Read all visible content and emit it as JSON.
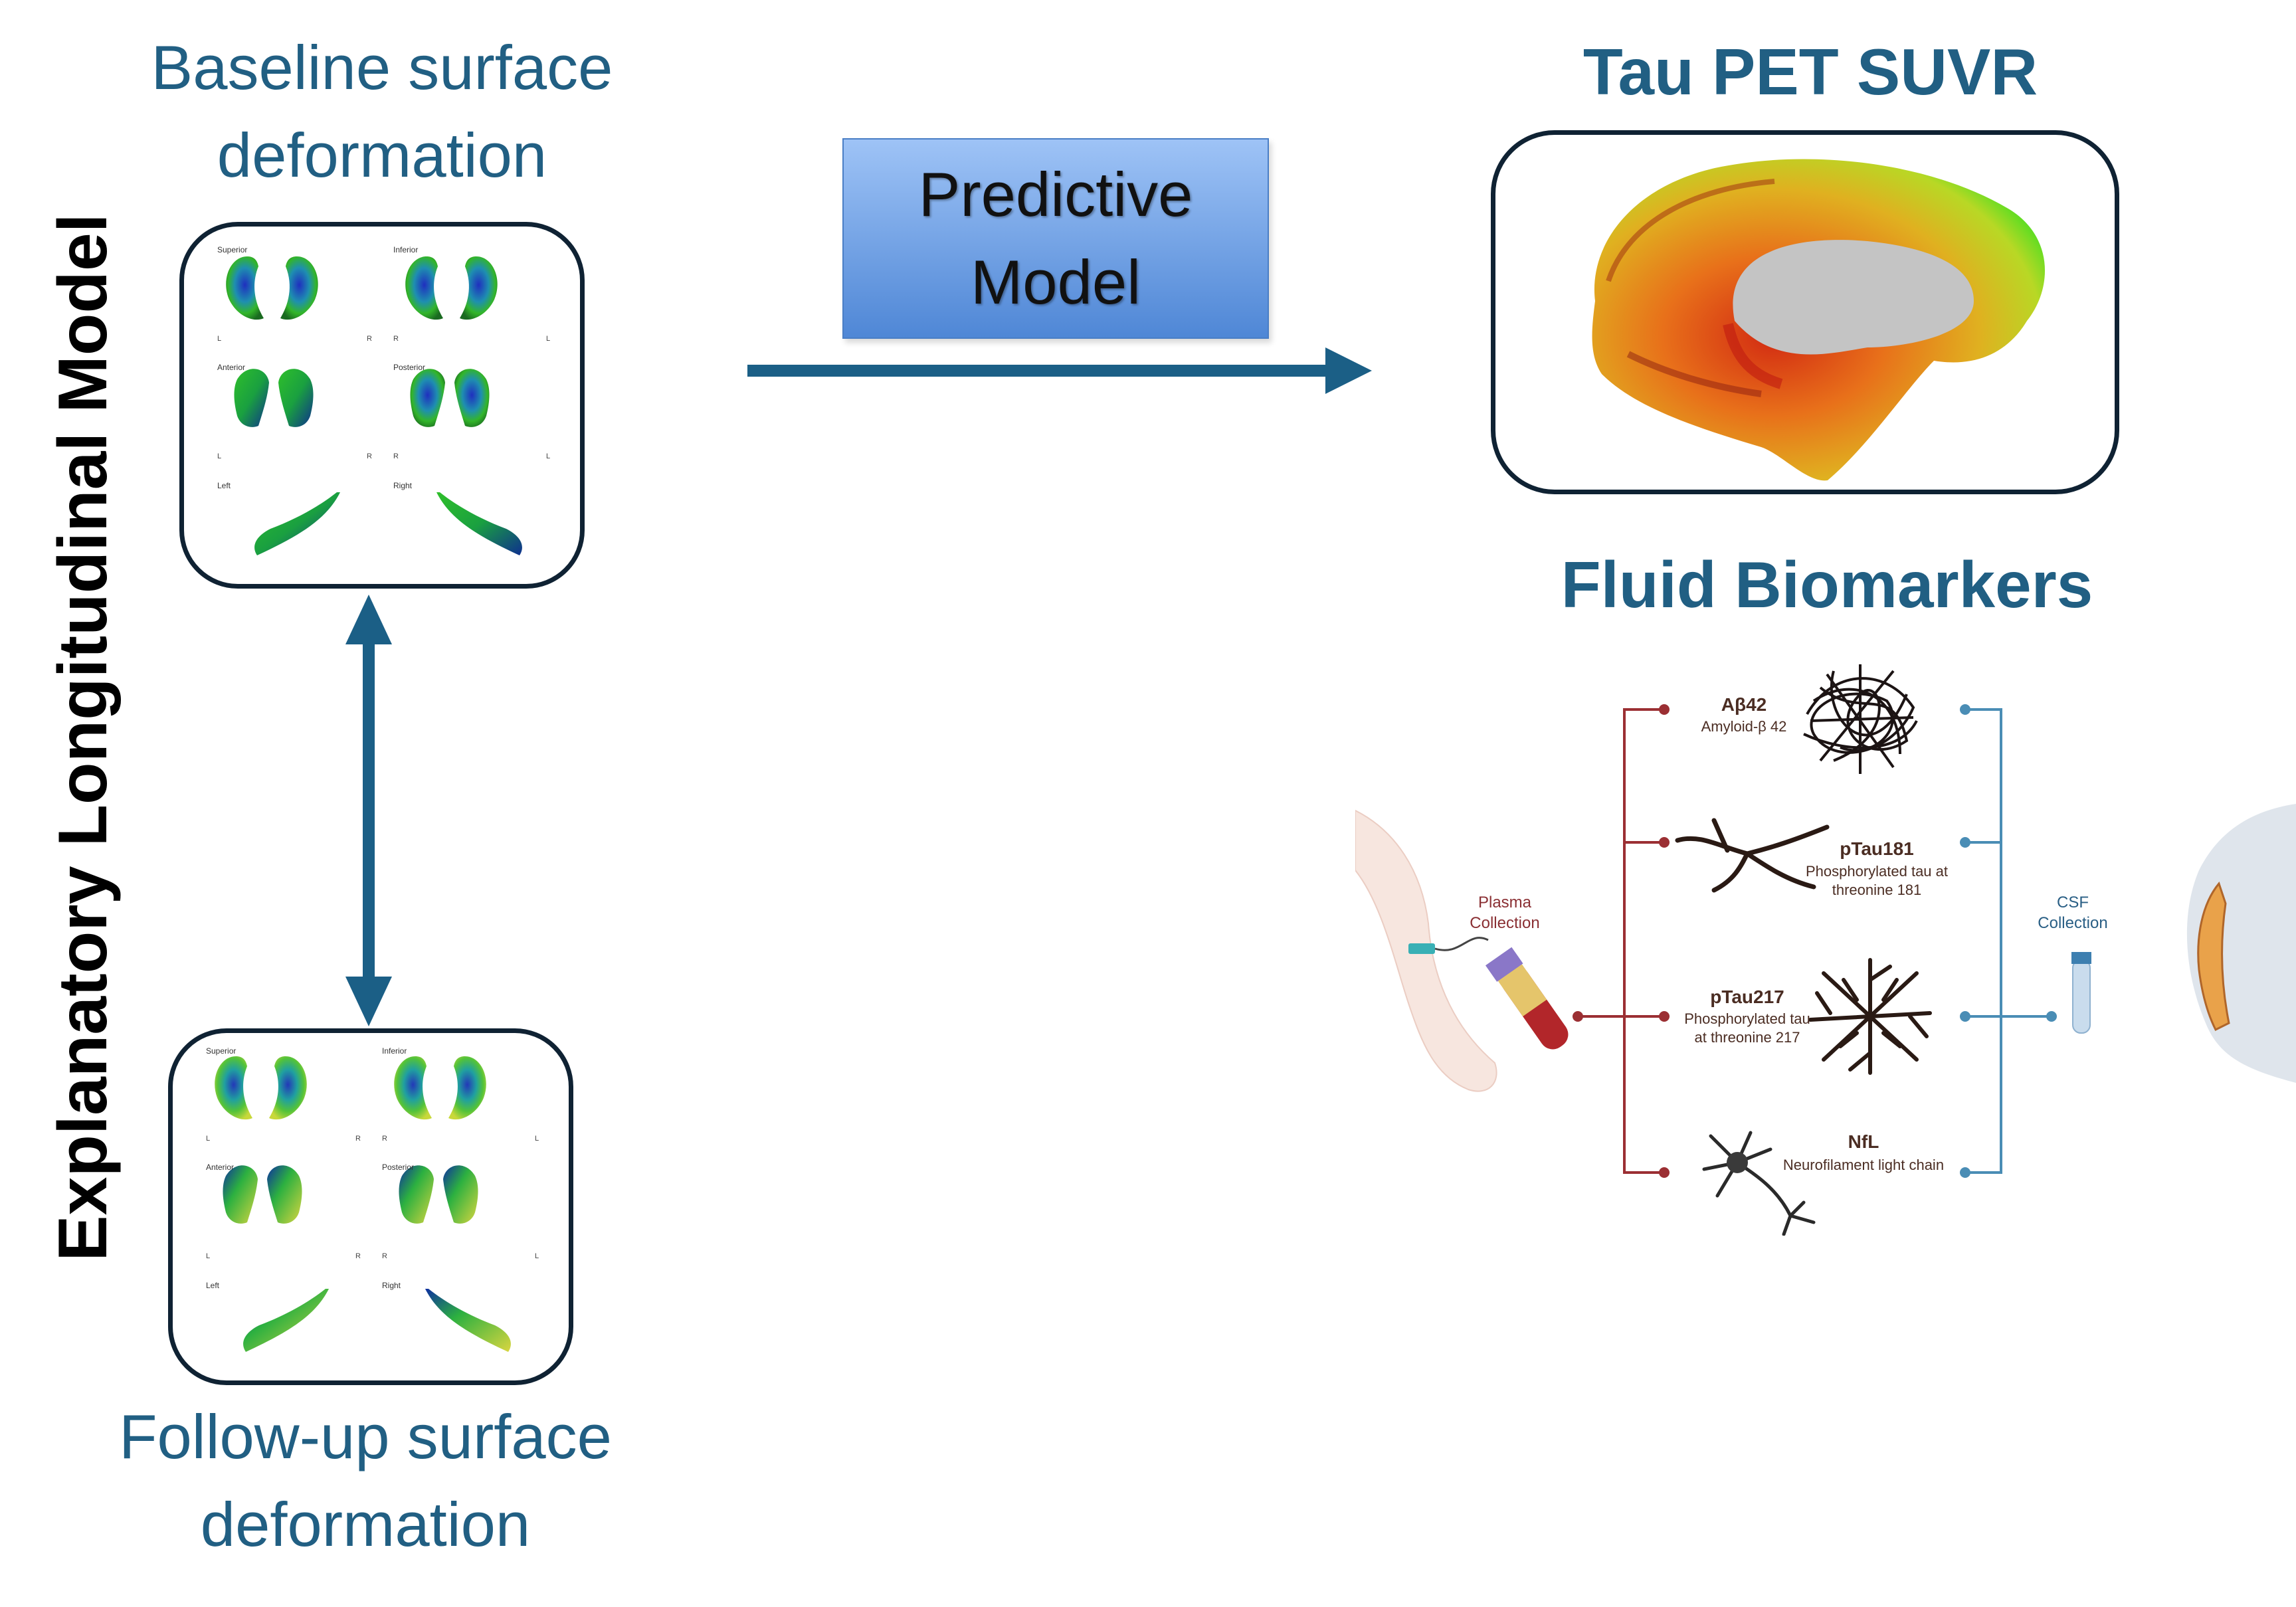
{
  "side_title": "Explanatory Longitudinal Model",
  "baseline": {
    "line1": "Baseline surface",
    "line2": "deformation"
  },
  "followup": {
    "line1": "Follow-up surface",
    "line2": "deformation"
  },
  "views": {
    "superior": "Superior",
    "inferior": "Inferior",
    "anterior": "Anterior",
    "posterior": "Posterior",
    "left": "Left",
    "right": "Right",
    "L": "L",
    "R": "R"
  },
  "model": {
    "line1": "Predictive",
    "line2": "Model"
  },
  "tau": {
    "title": "Tau PET SUVR"
  },
  "fluid": {
    "title": "Fluid Biomarkers"
  },
  "biomarkers": {
    "abeta": {
      "name": "Aβ42",
      "desc": "Amyloid-β 42"
    },
    "ptau181": {
      "name": "pTau181",
      "desc1": "Phosphorylated tau at",
      "desc2": "threonine 181"
    },
    "ptau217": {
      "name": "pTau217",
      "desc1": "Phosphorylated tau",
      "desc2": "at threonine 217"
    },
    "nfl": {
      "name": "NfL",
      "desc": "Neurofilament light chain"
    }
  },
  "plasma": {
    "line1": "Plasma",
    "line2": "Collection"
  },
  "csf": {
    "line1": "CSF",
    "line2": "Collection"
  },
  "colors": {
    "caption": "#215f83",
    "arrow": "#1b5f86",
    "plasma_line": "#9b2f33",
    "csf_line": "#4a8db5",
    "text_brown": "#4b2d23"
  }
}
